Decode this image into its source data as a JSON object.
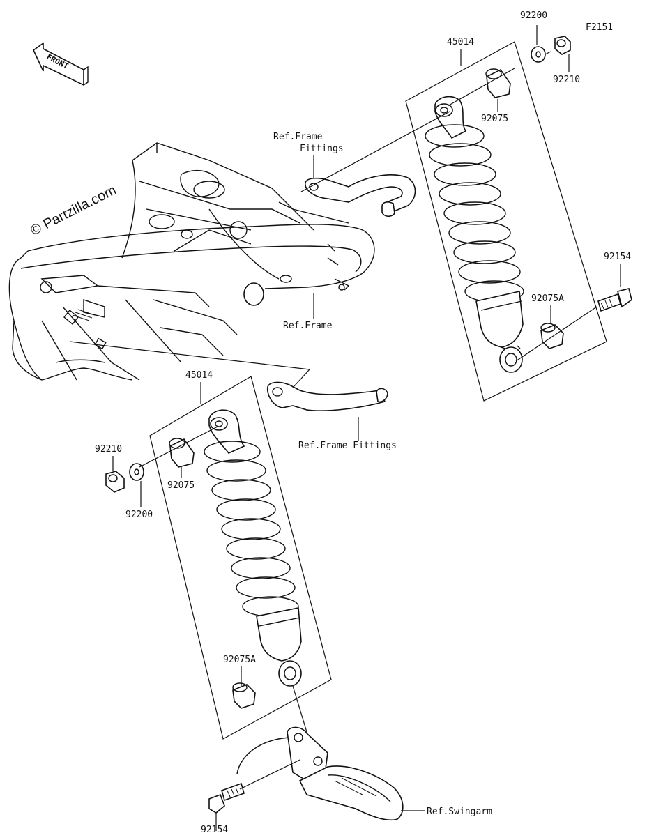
{
  "diagram_code": "F2151",
  "watermark": "© Partzilla.com",
  "front_label": "FRONT",
  "labels": {
    "shock_upper": "45014",
    "shock_lower": "45014",
    "washer_upper": "92200",
    "washer_lower": "92200",
    "nut_upper": "92210",
    "nut_lower": "92210",
    "collar_upper_top": "92075",
    "collar_lower_top": "92075",
    "collar_upper_bottom": "92075A",
    "collar_lower_bottom": "92075A",
    "bolt_upper": "92154",
    "bolt_lower": "92154",
    "ref_frame_fittings_top_line1": "Ref.Frame",
    "ref_frame_fittings_top_line2": "Fittings",
    "ref_frame": "Ref.Frame",
    "ref_frame_fittings_lower": "Ref.Frame Fittings",
    "ref_swingarm": "Ref.Swingarm"
  }
}
